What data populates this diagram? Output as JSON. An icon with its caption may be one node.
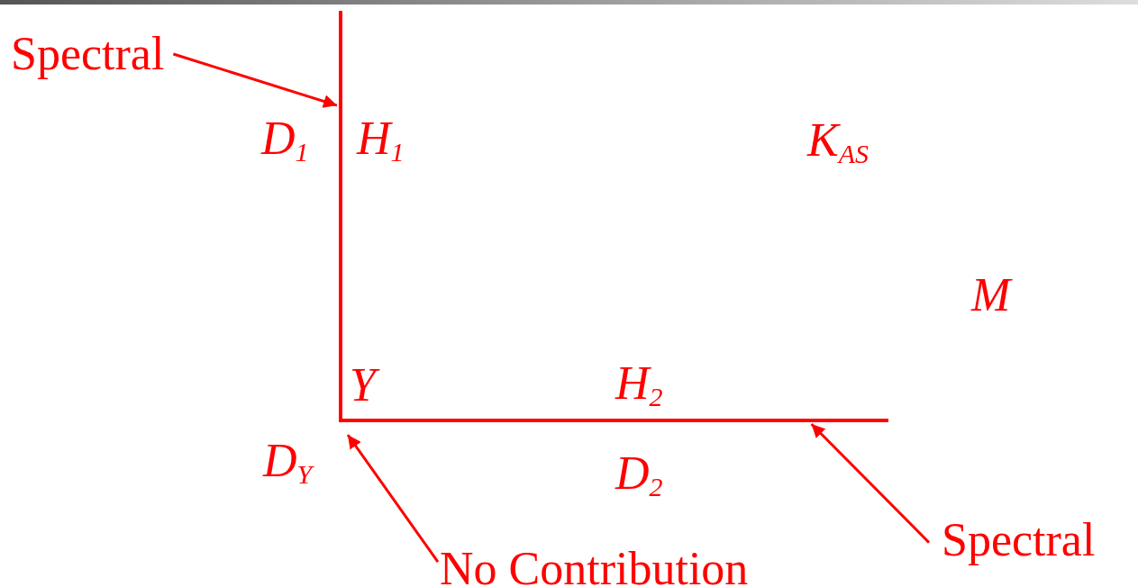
{
  "diagram": {
    "nodes": [
      {
        "text": [
          "Spectral"
        ]
      },
      {
        "text": [],
        "shape": "bar"
      },
      {
        "text": [],
        "shape": "bar"
      },
      {
        "text": [
          "No Contribution"
        ]
      },
      {
        "text": [
          "Spectral"
        ]
      }
    ],
    "edges": [
      {
        "from": 0,
        "to": 1,
        "arrow": "to"
      },
      {
        "from": 3,
        "to": 1,
        "arrow": "to"
      },
      {
        "from": 4,
        "to": 2,
        "arrow": "to"
      }
    ],
    "labels": [
      "D$_{1}$",
      "H$_{1}$",
      "K$_{AS}$",
      "M",
      "Y",
      "H$_{2}$",
      "D$_{Y}$",
      "D$_{2}$"
    ]
  }
}
